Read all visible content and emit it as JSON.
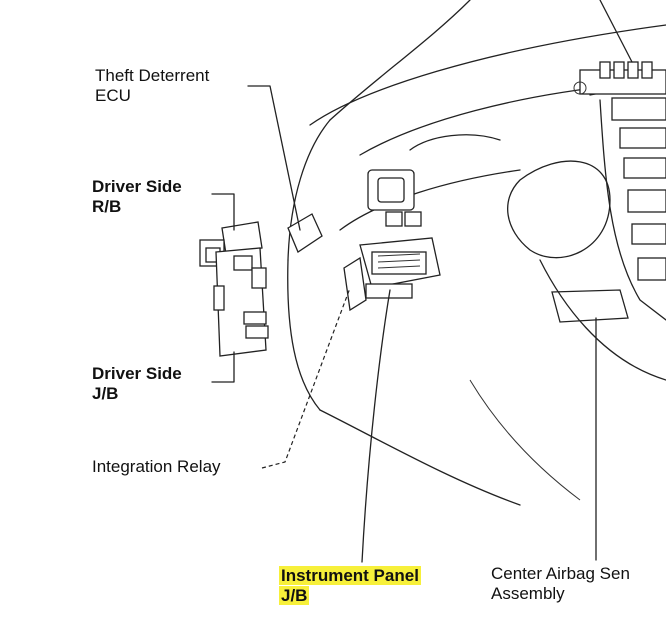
{
  "labels": {
    "theft_deterrent": [
      "Theft Deterrent",
      "ECU"
    ],
    "driver_side_rb": [
      "Driver Side",
      "R/B"
    ],
    "driver_side_jb": [
      "Driver Side",
      "J/B"
    ],
    "integration_relay": "Integration Relay",
    "instrument_panel_jb": [
      "Instrument Panel",
      "J/B"
    ],
    "center_airbag": [
      "Center Airbag Sen",
      "Assembly"
    ]
  },
  "colors": {
    "highlight": "#f7f03a",
    "line": "#222222"
  }
}
